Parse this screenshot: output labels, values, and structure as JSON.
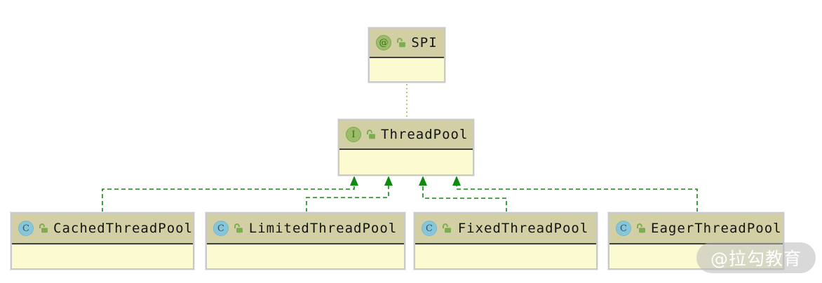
{
  "nodes": {
    "spi": {
      "label": "SPI",
      "kind": "annotation",
      "badge": "@"
    },
    "threadpool": {
      "label": "ThreadPool",
      "kind": "interface",
      "badge": "I"
    },
    "cached": {
      "label": "CachedThreadPool",
      "kind": "class",
      "badge": "C"
    },
    "limited": {
      "label": "LimitedThreadPool",
      "kind": "class",
      "badge": "C"
    },
    "fixed": {
      "label": "FixedThreadPool",
      "kind": "class",
      "badge": "C"
    },
    "eager": {
      "label": "EagerThreadPool",
      "kind": "class",
      "badge": "C"
    }
  },
  "relationships": [
    {
      "from": "ThreadPool",
      "to": "SPI",
      "type": "annotated-with",
      "line": "dotted"
    },
    {
      "from": "CachedThreadPool",
      "to": "ThreadPool",
      "type": "implements",
      "line": "dashed-arrow"
    },
    {
      "from": "LimitedThreadPool",
      "to": "ThreadPool",
      "type": "implements",
      "line": "dashed-arrow"
    },
    {
      "from": "FixedThreadPool",
      "to": "ThreadPool",
      "type": "implements",
      "line": "dashed-arrow"
    },
    {
      "from": "EagerThreadPool",
      "to": "ThreadPool",
      "type": "implements",
      "line": "dashed-arrow"
    }
  ],
  "colors": {
    "node_header": "#d3cfa4",
    "node_body": "#fbfad0",
    "node_border": "#c9c9c9",
    "header_separator": "#3f3f3f",
    "implements_arrow_green": "#0e8a0e",
    "annotation_dotted_olive": "#a8a848",
    "badge_annotation_green": "#9cbd68",
    "badge_class_blue": "#85c6da",
    "lock_green": "#7cae4f"
  },
  "watermark": {
    "text": "@拉勾教育"
  }
}
